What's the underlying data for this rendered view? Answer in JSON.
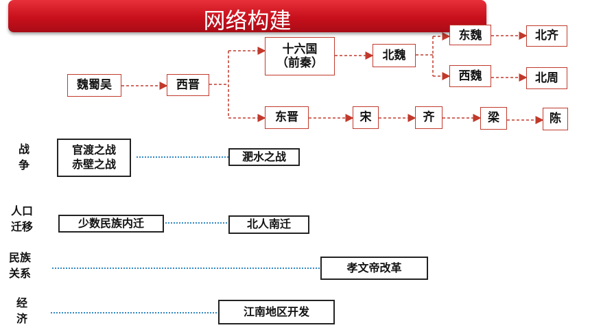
{
  "title": "网络构建",
  "dynasties": {
    "wei_shu_wu": "魏蜀吴",
    "xi_jin": "西晋",
    "shiliuguo_line1": "十六国",
    "shiliuguo_line2": "（前秦）",
    "bei_wei": "北魏",
    "dong_wei": "东魏",
    "xi_wei": "西魏",
    "bei_qi": "北齐",
    "bei_zhou": "北周",
    "dong_jin": "东晋",
    "song": "宋",
    "qi": "齐",
    "liang": "梁",
    "chen": "陈"
  },
  "rows": {
    "war": {
      "label_line1": "战",
      "label_line2": "争",
      "left_line1": "官渡之战",
      "left_line2": "赤壁之战",
      "right": "淝水之战"
    },
    "population": {
      "label_line1": "人口",
      "label_line2": "迁移",
      "left": "少数民族内迁",
      "right": "北人南迁"
    },
    "ethnic": {
      "label_line1": "民族",
      "label_line2": "关系",
      "right": "孝文帝改革"
    },
    "economy": {
      "label_line1": "经",
      "label_line2": "济",
      "right": "江南地区开发"
    }
  },
  "colors": {
    "banner_red": "#c8101c",
    "box_border_red": "#c0392b",
    "arrow_red": "#c0392b",
    "dotted_blue": "#2e86c1"
  }
}
